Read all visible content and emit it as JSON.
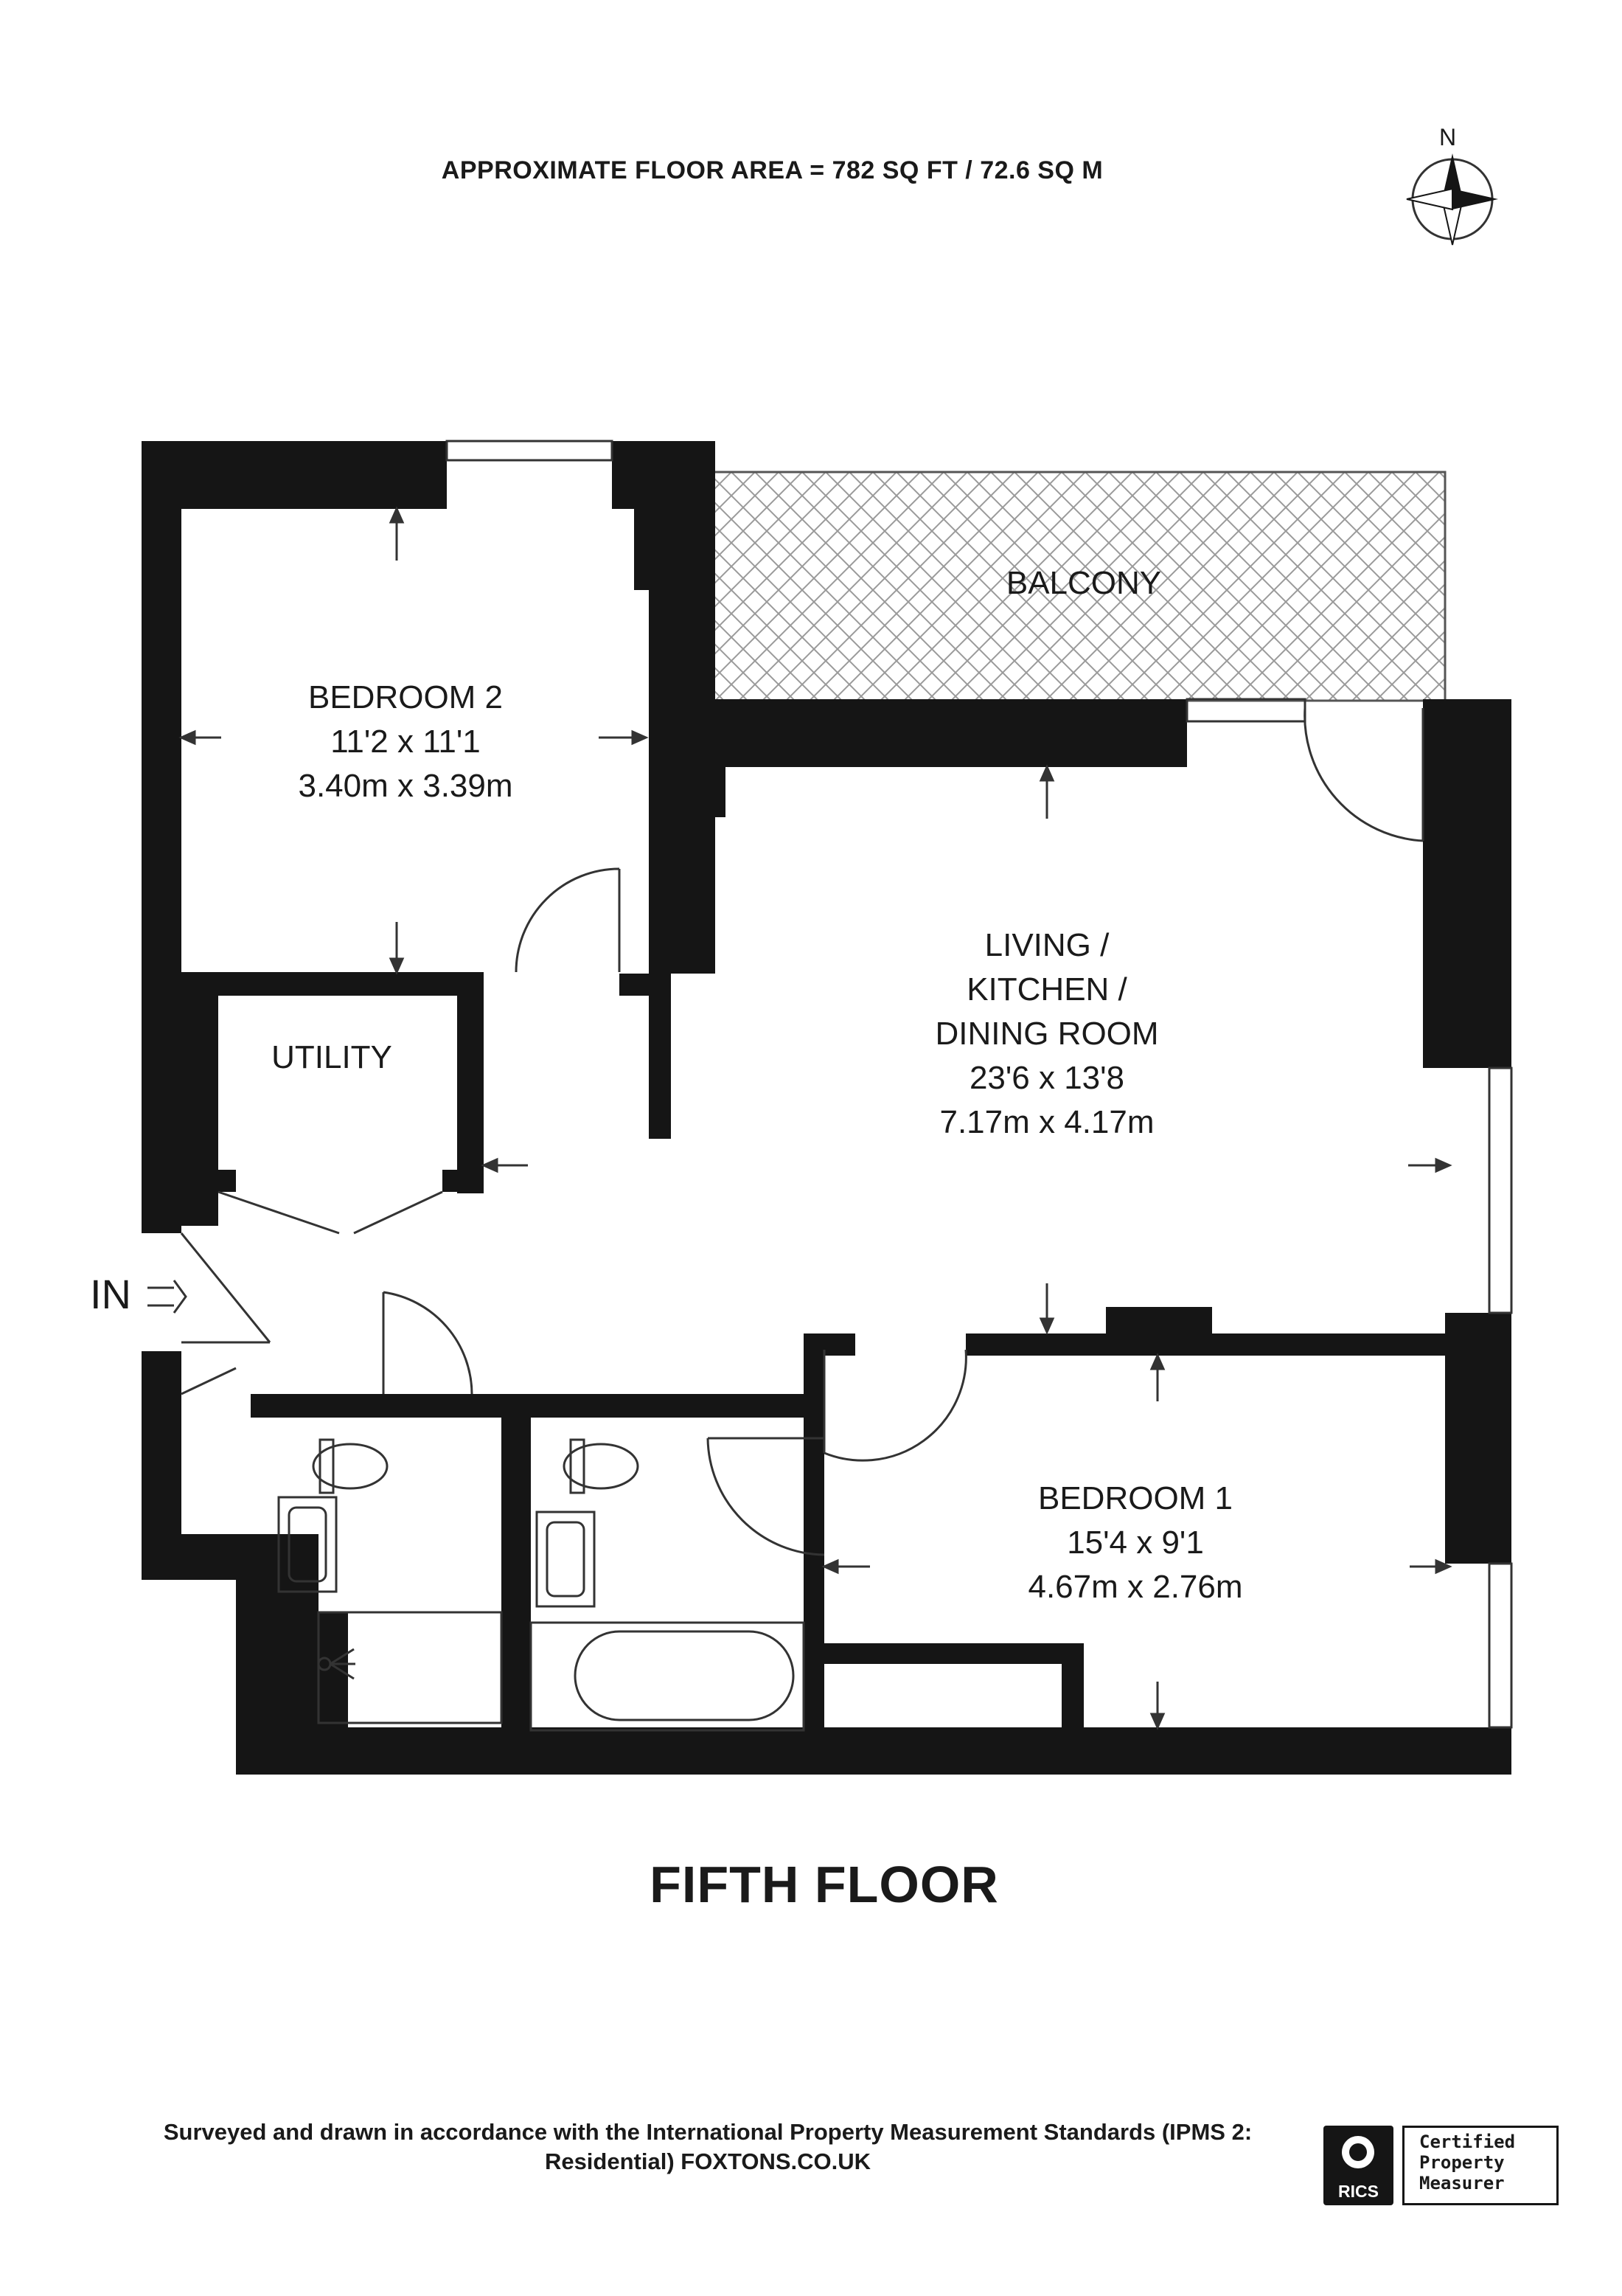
{
  "header": {
    "floor_area": "APPROXIMATE FLOOR AREA = 782 SQ FT / 72.6 SQ M",
    "compass_label": "N"
  },
  "rooms": {
    "bedroom2": {
      "name": "BEDROOM 2",
      "imperial": "11'2 x 11'1",
      "metric": "3.40m x 3.39m"
    },
    "balcony": {
      "name": "BALCONY"
    },
    "utility": {
      "name": "UTILITY"
    },
    "living": {
      "line1": "LIVING  /",
      "line2": "KITCHEN /",
      "line3": "DINING ROOM",
      "imperial": "23'6 x 13'8",
      "metric": "7.17m x 4.17m"
    },
    "bedroom1": {
      "name": "BEDROOM 1",
      "imperial": "15'4 x 9'1",
      "metric": "4.67m x 2.76m"
    }
  },
  "entrance_label": "IN",
  "floor_title": "FIFTH FLOOR",
  "footer": {
    "line1": "Surveyed and drawn in accordance with the International Property Measurement Standards (IPMS 2:",
    "line2": "Residential) FOXTONS.CO.UK"
  },
  "badge": {
    "rics": "RICS",
    "certified_line1": "Certified",
    "certified_line2": "Property",
    "certified_line3": "Measurer"
  },
  "colors": {
    "wall": "#151515",
    "line": "#333333",
    "hatch": "#9a9a9a"
  },
  "icons": [
    "compass-icon",
    "entrance-arrow-icon",
    "toilet-icon",
    "sink-icon",
    "bath-icon",
    "shower-icon",
    "rics-logo-icon"
  ]
}
